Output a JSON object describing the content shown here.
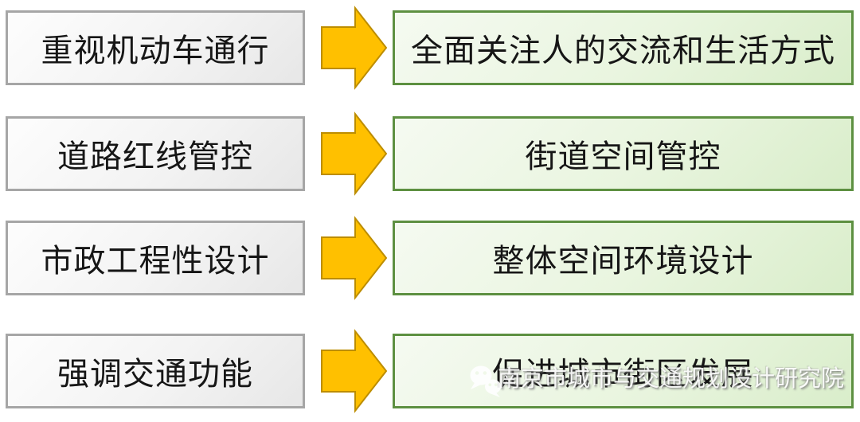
{
  "diagram": {
    "rows": [
      {
        "source": "重视机动车通行",
        "target": "全面关注人的交流和生活方式"
      },
      {
        "source": "道路红线管控",
        "target": "街道空间管控"
      },
      {
        "source": "市政工程性设计",
        "target": "整体空间环境设计"
      },
      {
        "source": "强调交通功能",
        "target": "促进城市街区发展"
      }
    ],
    "colors": {
      "arrow_fill": "#FFC000",
      "arrow_stroke": "#BD8D00",
      "source_border": "#A6A6A6",
      "source_fill": "#F1F1F1",
      "target_border": "#5D9041",
      "target_fill": "#E5F3DA",
      "text": "#161616"
    }
  },
  "watermark": {
    "icon": "wechat-icon",
    "text": "南京市城市与交通规划设计研究院"
  }
}
